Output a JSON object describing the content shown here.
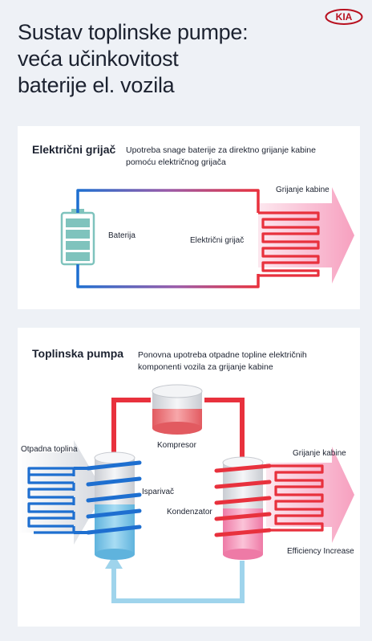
{
  "brand": {
    "logo_text": "KIA",
    "color": "#b8101f"
  },
  "title": {
    "line1": "Sustav toplinske pumpe:",
    "line2": "veća učinkovitost",
    "line3": "baterije el. vozila"
  },
  "electric_heater": {
    "heading": "Električni grijač",
    "description_line1": "Upotreba snage baterije za direktno grijanje kabine",
    "description_line2": "pomoću električnog grijača",
    "battery_label": "Baterija",
    "heater_label": "Električni grijač",
    "cabin_label": "Grijanje kabine"
  },
  "heat_pump": {
    "heading": "Toplinska pumpa",
    "description_line1": "Ponovna upotreba otpadne topline  električnih",
    "description_line2": "komponenti vozila za grijanje kabine",
    "waste_heat_label": "Otpadna toplina",
    "compressor_label": "Kompresor",
    "evaporator_label": "Isparivač",
    "condenser_label": "Kondenzator",
    "cabin_label": "Grijanje kabine",
    "efficiency_label": "Efficiency Increase"
  },
  "colors": {
    "hot": "#e8313d",
    "cold": "#1e6fd0",
    "light_blue": "#8cc8e8",
    "pink": "#f7a4c4",
    "background": "#eef1f6"
  }
}
